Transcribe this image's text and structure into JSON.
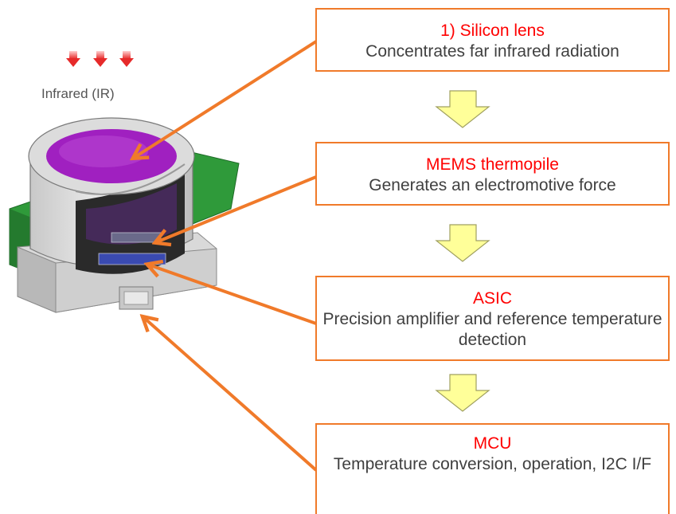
{
  "ir_label": "Infrared (IR)",
  "stages": [
    {
      "title": "1) Silicon lens",
      "description": "Concentrates far infrared radiation"
    },
    {
      "title": "MEMS thermopile",
      "description": "Generates an electromotive force"
    },
    {
      "title": "ASIC",
      "description": "Precision amplifier and reference temperature detection"
    },
    {
      "title": "MCU",
      "description": "Temperature conversion, operation, I2C I/F"
    }
  ],
  "colors": {
    "box_border": "#f07a2a",
    "arrow": "#f07a2a",
    "title_text": "#ff0000",
    "desc_text": "#404040",
    "flow_arrow_fill": "#ffff99",
    "flow_arrow_stroke": "#a0a060",
    "ir_arrow": "#e83030",
    "lens": "#a020c0"
  },
  "icons": [
    "ir-down-arrow-icon",
    "flow-down-arrow-icon",
    "sensor-illustration"
  ]
}
